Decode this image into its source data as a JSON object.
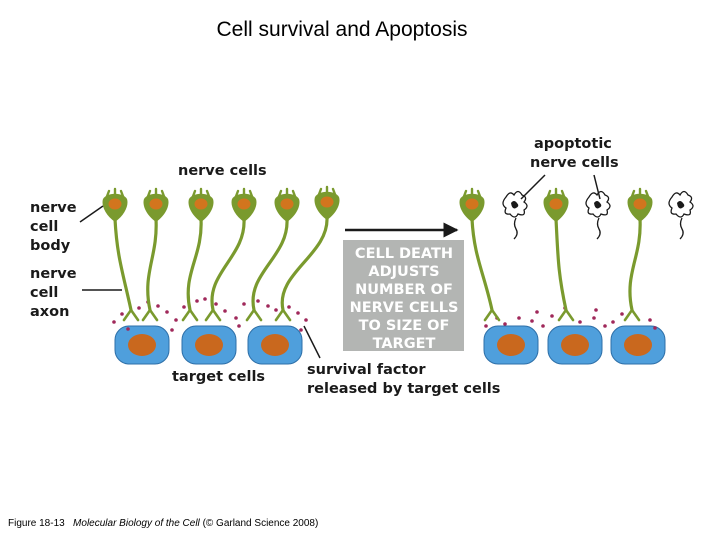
{
  "slide": {
    "title": "Cell survival and Apoptosis"
  },
  "labels": {
    "nerve_cells": "nerve cells",
    "nerve_cell_body": [
      "nerve",
      "cell",
      "body"
    ],
    "nerve_cell_axon": [
      "nerve",
      "cell",
      "axon"
    ],
    "target_cells": "target cells",
    "survival_factor": [
      "survival factor",
      "released by target cells"
    ],
    "apoptotic_nerve_cells": [
      "apoptotic",
      "nerve cells"
    ]
  },
  "process_box": {
    "lines": [
      "CELL DEATH",
      "ADJUSTS",
      "NUMBER OF",
      "NERVE CELLS",
      "TO SIZE OF",
      "TARGET"
    ]
  },
  "caption": {
    "figure": "Figure 18-13",
    "book": "Molecular Biology of the Cell",
    "credit": "(© Garland Science 2008)"
  },
  "colors": {
    "neuron_green": "#7a9a2e",
    "neuron_nucleus": "#d2751e",
    "target_blue": "#4f9fdc",
    "target_nucleus": "#c9681e",
    "survival_factor_dot": "#a0285a",
    "box_gray": "#b3b5b3",
    "arrow": "#1a1a1a"
  }
}
